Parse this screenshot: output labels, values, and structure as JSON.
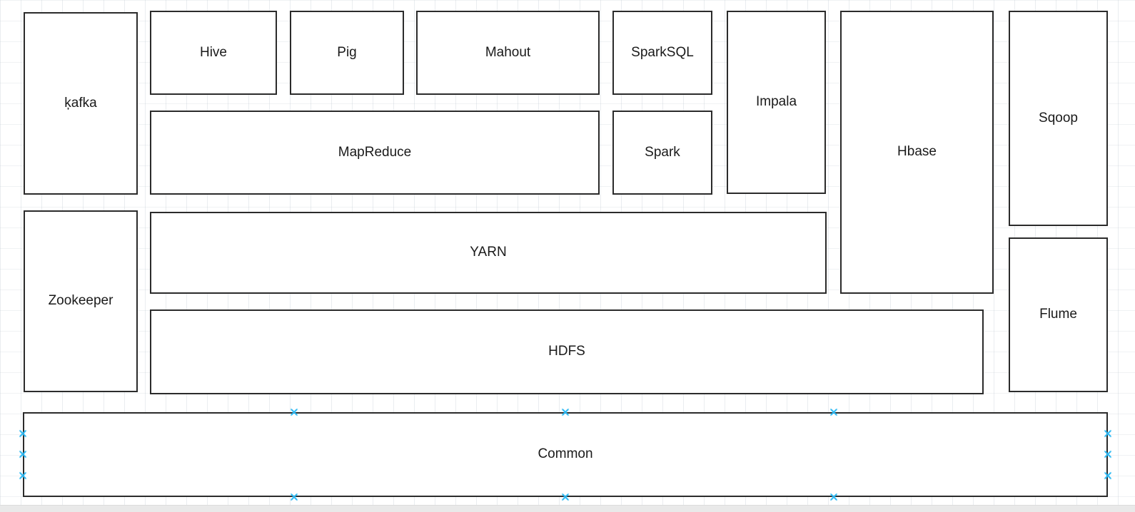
{
  "canvas": {
    "background_color": "#ffffff",
    "grid_color": "#e8ecef",
    "edge_strip_color": "#e9e9e9"
  },
  "style": {
    "node_fill": "#ffffff",
    "node_border_color": "#2b2b2b",
    "label_color": "#1a1a1a",
    "connection_point_color": "#2bb9f4"
  },
  "nodes": [
    {
      "id": "kafka",
      "label": "ķafka"
    },
    {
      "id": "hive",
      "label": "Hive"
    },
    {
      "id": "pig",
      "label": "Pig"
    },
    {
      "id": "mahout",
      "label": "Mahout"
    },
    {
      "id": "sparksql",
      "label": "SparkSQL"
    },
    {
      "id": "impala",
      "label": "Impala"
    },
    {
      "id": "hbase",
      "label": "Hbase"
    },
    {
      "id": "sqoop",
      "label": "Sqoop"
    },
    {
      "id": "mapreduce",
      "label": "MapReduce"
    },
    {
      "id": "spark",
      "label": "Spark"
    },
    {
      "id": "zookeeper",
      "label": "Zookeeper"
    },
    {
      "id": "yarn",
      "label": "YARN"
    },
    {
      "id": "hdfs",
      "label": "HDFS"
    },
    {
      "id": "flume",
      "label": "Flume"
    },
    {
      "id": "common",
      "label": "Common"
    }
  ]
}
